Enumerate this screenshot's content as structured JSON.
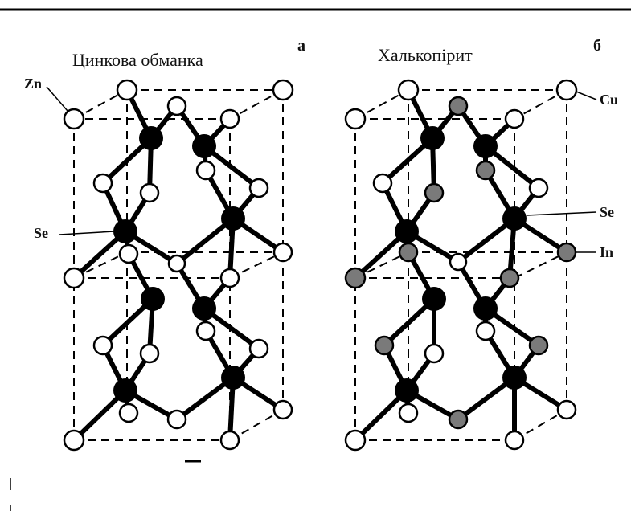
{
  "panels": {
    "left": {
      "title": "Цинкова обманка",
      "letter": "а",
      "labels": {
        "zn": "Zn",
        "se": "Se"
      }
    },
    "right": {
      "title": "Халькопірит",
      "letter": "б",
      "labels": {
        "cu": "Cu",
        "se": "Se",
        "in": "In"
      }
    }
  },
  "colors": {
    "line": "#000000",
    "white_atom": "#ffffff",
    "black_atom": "#000000",
    "gray_atom": "#7a7a7a"
  }
}
